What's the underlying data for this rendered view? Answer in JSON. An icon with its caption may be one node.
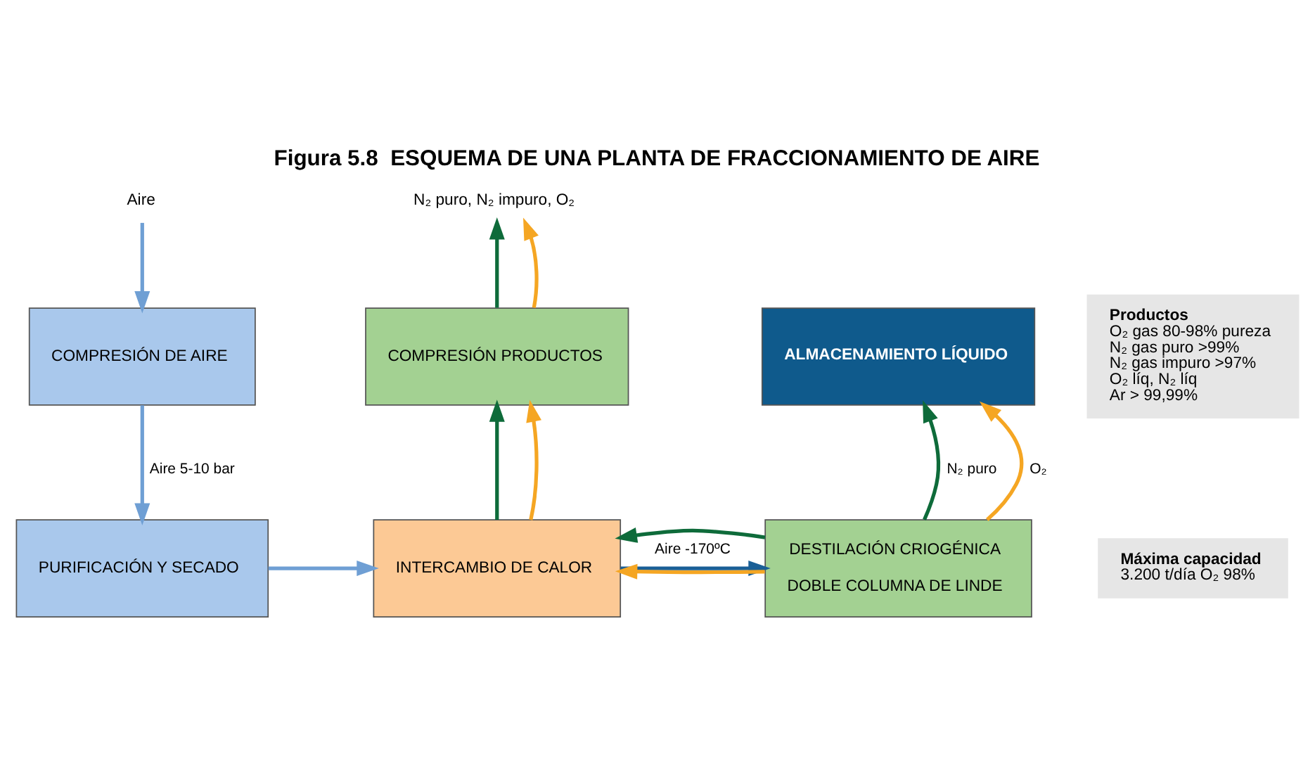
{
  "diagram": {
    "title": "Figura 5.8  ESQUEMA DE UNA PLANTA DE FRACCIONAMIENTO DE AIRE",
    "nodes": [
      {
        "text": [
          "Aire"
        ]
      },
      {
        "text": [
          "COMPRESIÓN DE AIRE"
        ]
      },
      {
        "text": [
          "PURIFICACIÓN Y SECADO"
        ]
      },
      {
        "text": [
          "INTERCAMBIO DE CALOR"
        ]
      },
      {
        "text": [
          "COMPRESIÓN PRODUCTOS"
        ]
      },
      {
        "text": [
          "N₂ puro, N₂ impuro, O₂"
        ]
      },
      {
        "text": [
          "DESTILACIÓN CRIOGÉNICA",
          "DOBLE COLUMNA DE LINDE"
        ]
      },
      {
        "text": [
          "ALMACENAMIENTO LÍQUIDO"
        ]
      },
      {
        "text": [
          "Productos",
          "O₂ gas 80-98% pureza",
          "N₂ gas puro >99%",
          "N₂ gas impuro >97%",
          "O₂ líq, N₂ líq",
          "Ar > 99,99%"
        ]
      },
      {
        "text": [
          "Máxima capacidad",
          "3.200 t/día O₂ 98%"
        ]
      }
    ],
    "edges": [
      {
        "from": 0,
        "to": 1,
        "arrow": "to",
        "color": "#6f9fd4"
      },
      {
        "from": 1,
        "to": 2,
        "arrow": "to",
        "label": "Aire 5-10 bar",
        "color": "#6f9fd4"
      },
      {
        "from": 2,
        "to": 3,
        "arrow": "to",
        "color": "#6f9fd4"
      },
      {
        "from": 3,
        "to": 4,
        "arrow": "to",
        "color": "#0e6b3a"
      },
      {
        "from": 3,
        "to": 4,
        "arrow": "to",
        "color": "#f5a623"
      },
      {
        "from": 4,
        "to": 5,
        "arrow": "to",
        "color": "#0e6b3a"
      },
      {
        "from": 4,
        "to": 5,
        "arrow": "to",
        "color": "#f5a623"
      },
      {
        "from": 6,
        "to": 3,
        "arrow": "to",
        "color": "#f5a623"
      },
      {
        "from": 6,
        "to": 3,
        "arrow": "to",
        "color": "#0e6b3a"
      },
      {
        "from": 3,
        "to": 6,
        "arrow": "to",
        "label": "Aire -170ºC",
        "color": "#1a5f96"
      },
      {
        "from": 6,
        "to": 7,
        "arrow": "to",
        "label": "N₂ puro",
        "color": "#0e6b3a"
      },
      {
        "from": 6,
        "to": 7,
        "arrow": "to",
        "label": "O₂",
        "color": "#f5a623"
      }
    ]
  }
}
